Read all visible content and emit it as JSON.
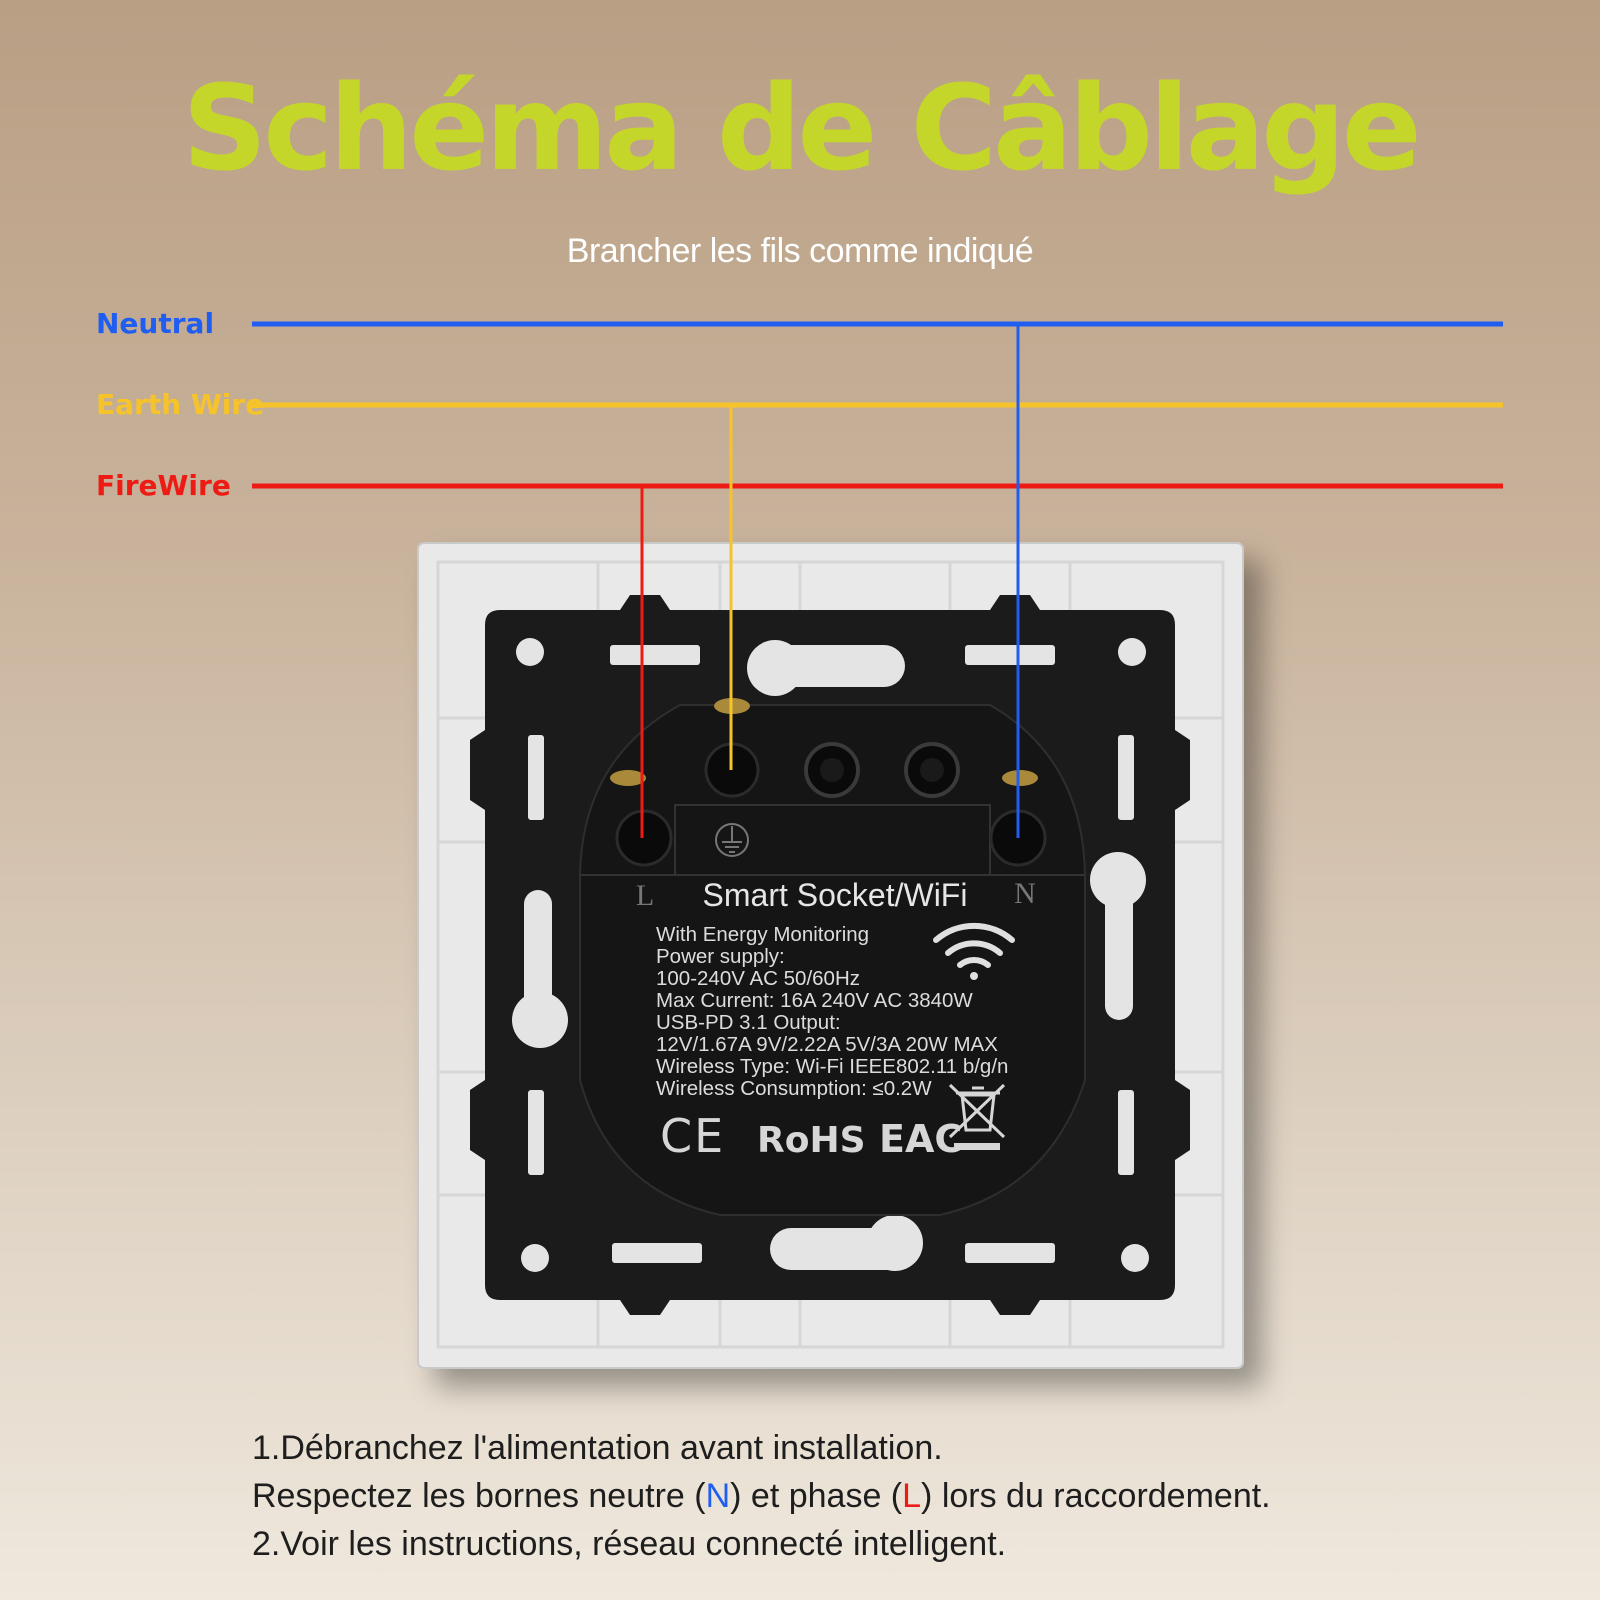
{
  "title": "Schéma de Câblage",
  "subtitle": "Brancher les fils comme indiqué",
  "wires": [
    {
      "label": "Neutral",
      "color": "#1f5ef0"
    },
    {
      "label": "Earth Wire",
      "color": "#f6c42a"
    },
    {
      "label": "FireWire",
      "color": "#ee1b14"
    }
  ],
  "device": {
    "name": "Smart Socket/WiFi",
    "terminal_left": "L",
    "terminal_right": "N",
    "specs": [
      "With Energy Monitoring",
      "Power supply:",
      "100-240V AC 50/60Hz",
      "Max Current: 16A 240V AC 3840W",
      "USB-PD 3.1 Output:",
      "12V/1.67A 9V/2.22A 5V/3A 20W MAX",
      "Wireless Type: Wi-Fi IEEE802.11 b/g/n",
      "Wireless Consumption: ≤0.2W"
    ],
    "cert_marks": {
      "ce": "CE",
      "rohs": "RoHS",
      "eac": "EAC"
    },
    "icons": [
      "wifi-icon",
      "ground-icon",
      "weee-bin-icon"
    ]
  },
  "instructions": {
    "line1": "1.Débranchez l'alimentation avant installation.",
    "line2_a": "Respectez les bornes neutre (",
    "line2_n": "N",
    "line2_b": ") et phase (",
    "line2_l": "L",
    "line2_c": ") lors du raccordement.",
    "line3": "2.Voir les instructions, réseau connecté intelligent."
  }
}
